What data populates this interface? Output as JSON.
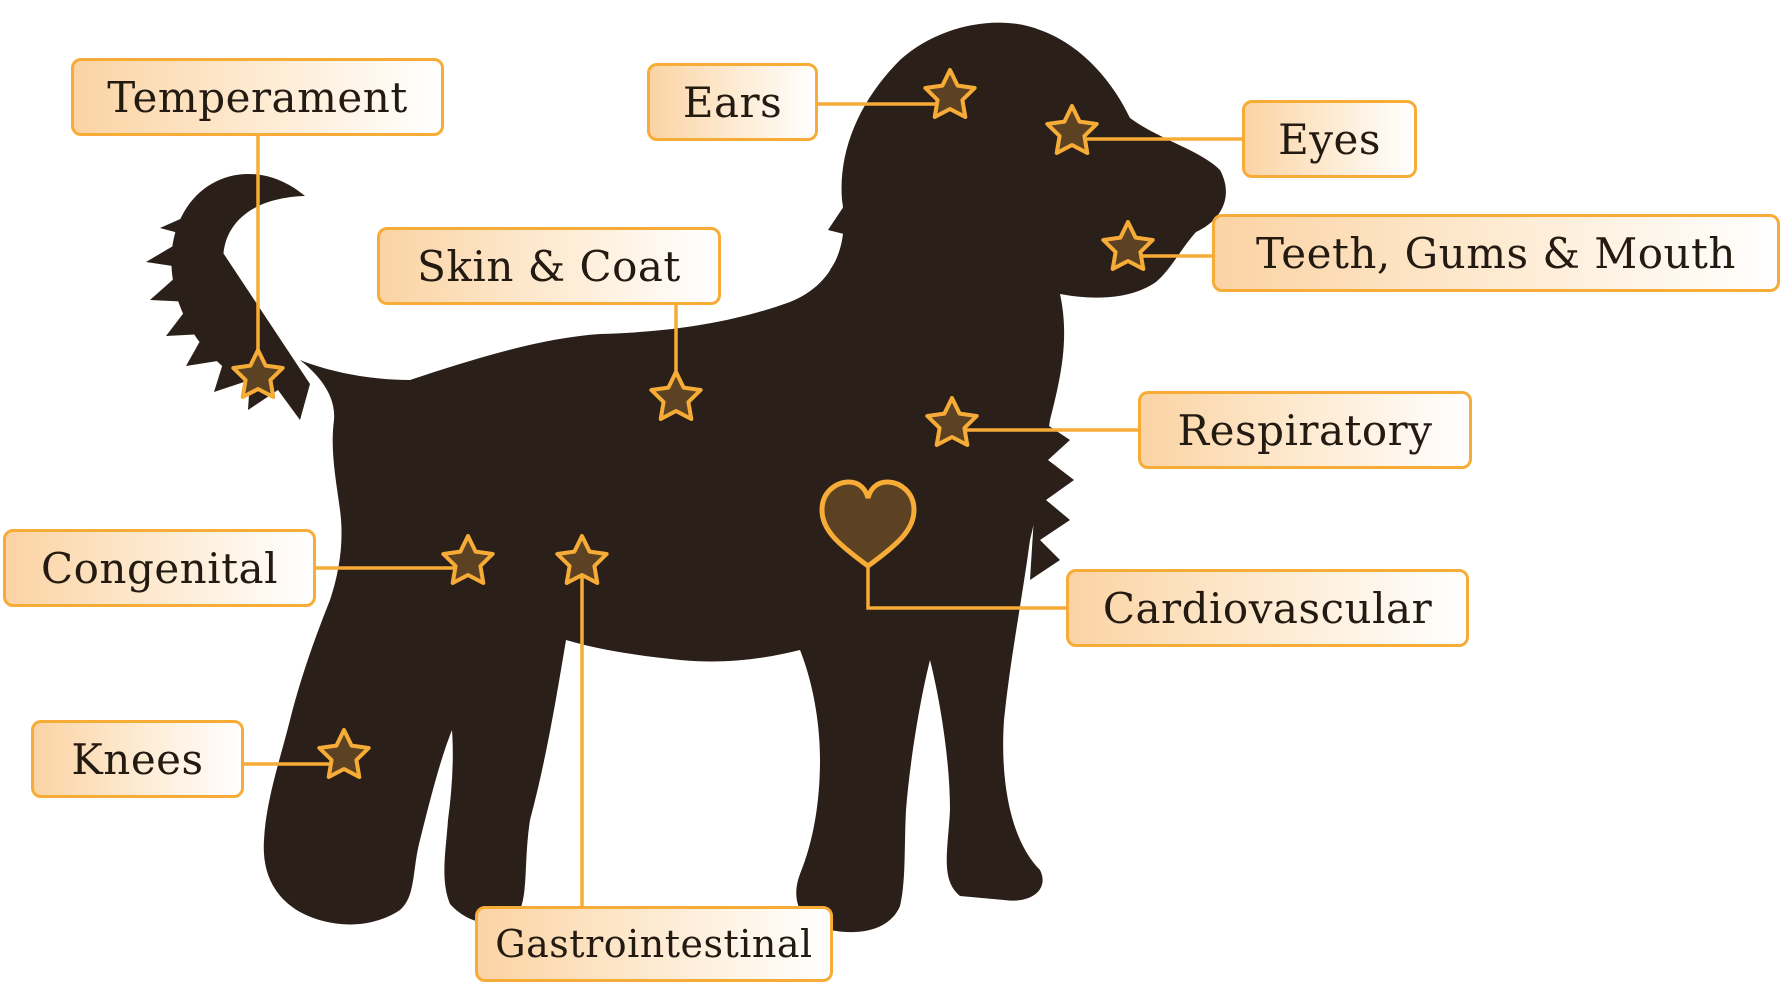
{
  "labels": {
    "temperament": "Temperament",
    "ears": "Ears",
    "eyes": "Eyes",
    "teeth": "Teeth, Gums & Mouth",
    "skin_coat": "Skin & Coat",
    "respiratory": "Respiratory",
    "congenital": "Congenital",
    "cardiovascular": "Cardiovascular",
    "knees": "Knees",
    "gastrointestinal": "Gastrointestinal"
  },
  "colors": {
    "silhouette": "#2a1f19",
    "accent": "#f6ac36",
    "marker_fill": "#5c4222",
    "label_text": "#231a12",
    "label_bg_left": "#fbd3a4",
    "label_bg_right": "#ffffff"
  },
  "marker_icons": {
    "default": "star-icon",
    "cardiovascular": "heart-icon"
  }
}
